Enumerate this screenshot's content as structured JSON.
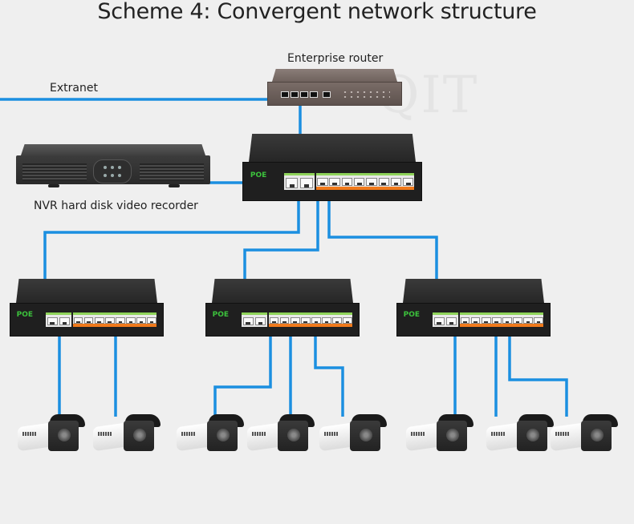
{
  "title": "Scheme 4: Convergent network structure",
  "labels": {
    "extranet": "Extranet",
    "router": "Enterprise router",
    "nvr": "NVR hard disk video recorder"
  },
  "watermark": "QIT",
  "devices": {
    "core_switch": {
      "badge": "POE",
      "uplink_ports": 2,
      "poe_ports": 8
    },
    "edge_switches": [
      {
        "id": "left",
        "badge": "POE",
        "uplink_ports": 2,
        "poe_ports": 8,
        "cameras": 2
      },
      {
        "id": "middle",
        "badge": "POE",
        "uplink_ports": 2,
        "poe_ports": 8,
        "cameras": 3
      },
      {
        "id": "right",
        "badge": "POE",
        "uplink_ports": 2,
        "poe_ports": 8,
        "cameras": 3
      }
    ]
  },
  "colors": {
    "cable": "#1b8fe0",
    "poe_badge": "#3cc23c",
    "port_strip_green": "#8fd45a",
    "port_strip_orange": "#f07a1c",
    "background": "#efefef"
  }
}
